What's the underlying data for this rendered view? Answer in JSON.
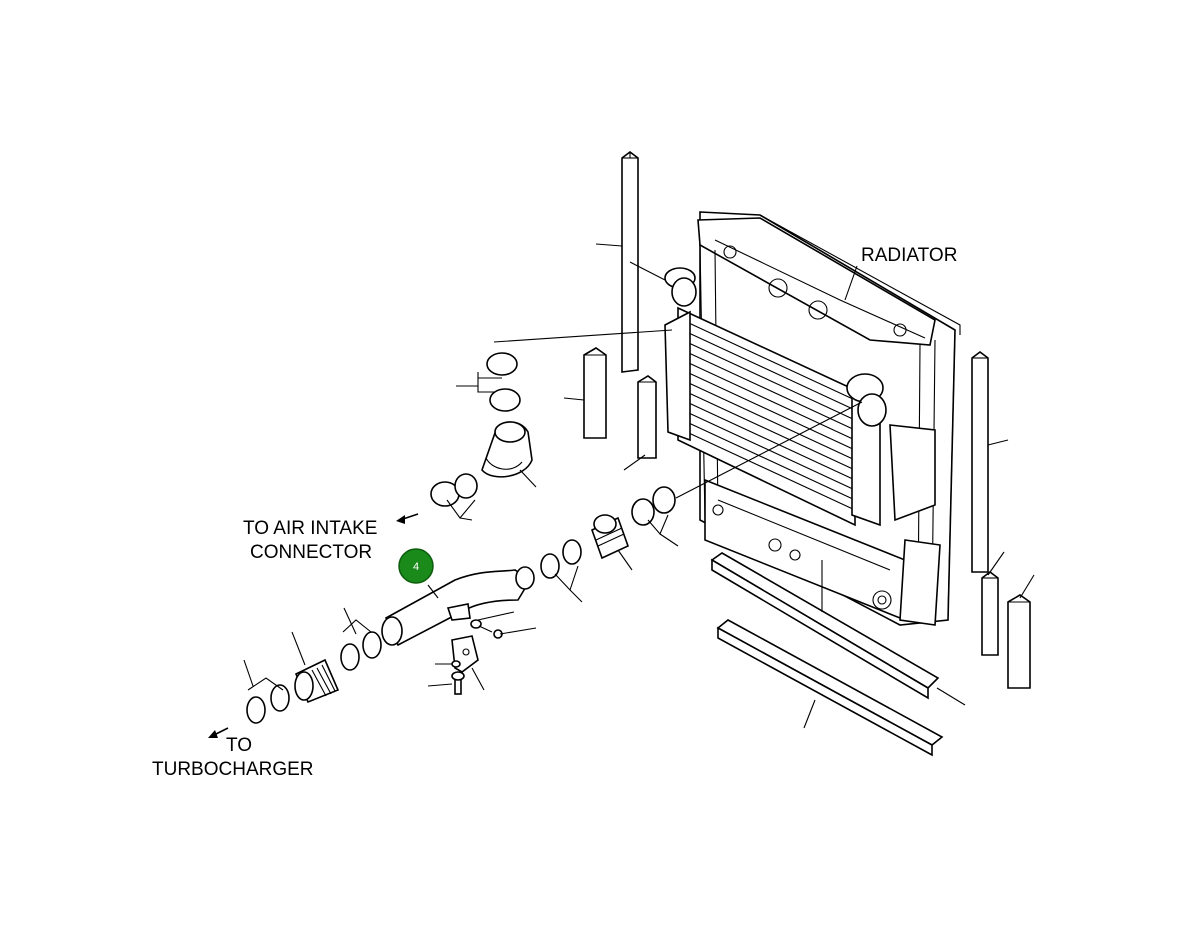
{
  "labels": {
    "radiator": "RADIATOR",
    "air_intake_line1": "TO AIR INTAKE",
    "air_intake_line2": "CONNECTOR",
    "turbo_line1": "TO",
    "turbo_line2": "TURBOCHARGER"
  },
  "callout": {
    "number": "4",
    "color": "#1a8a1a"
  },
  "colors": {
    "line": "#000000",
    "background": "#ffffff"
  }
}
